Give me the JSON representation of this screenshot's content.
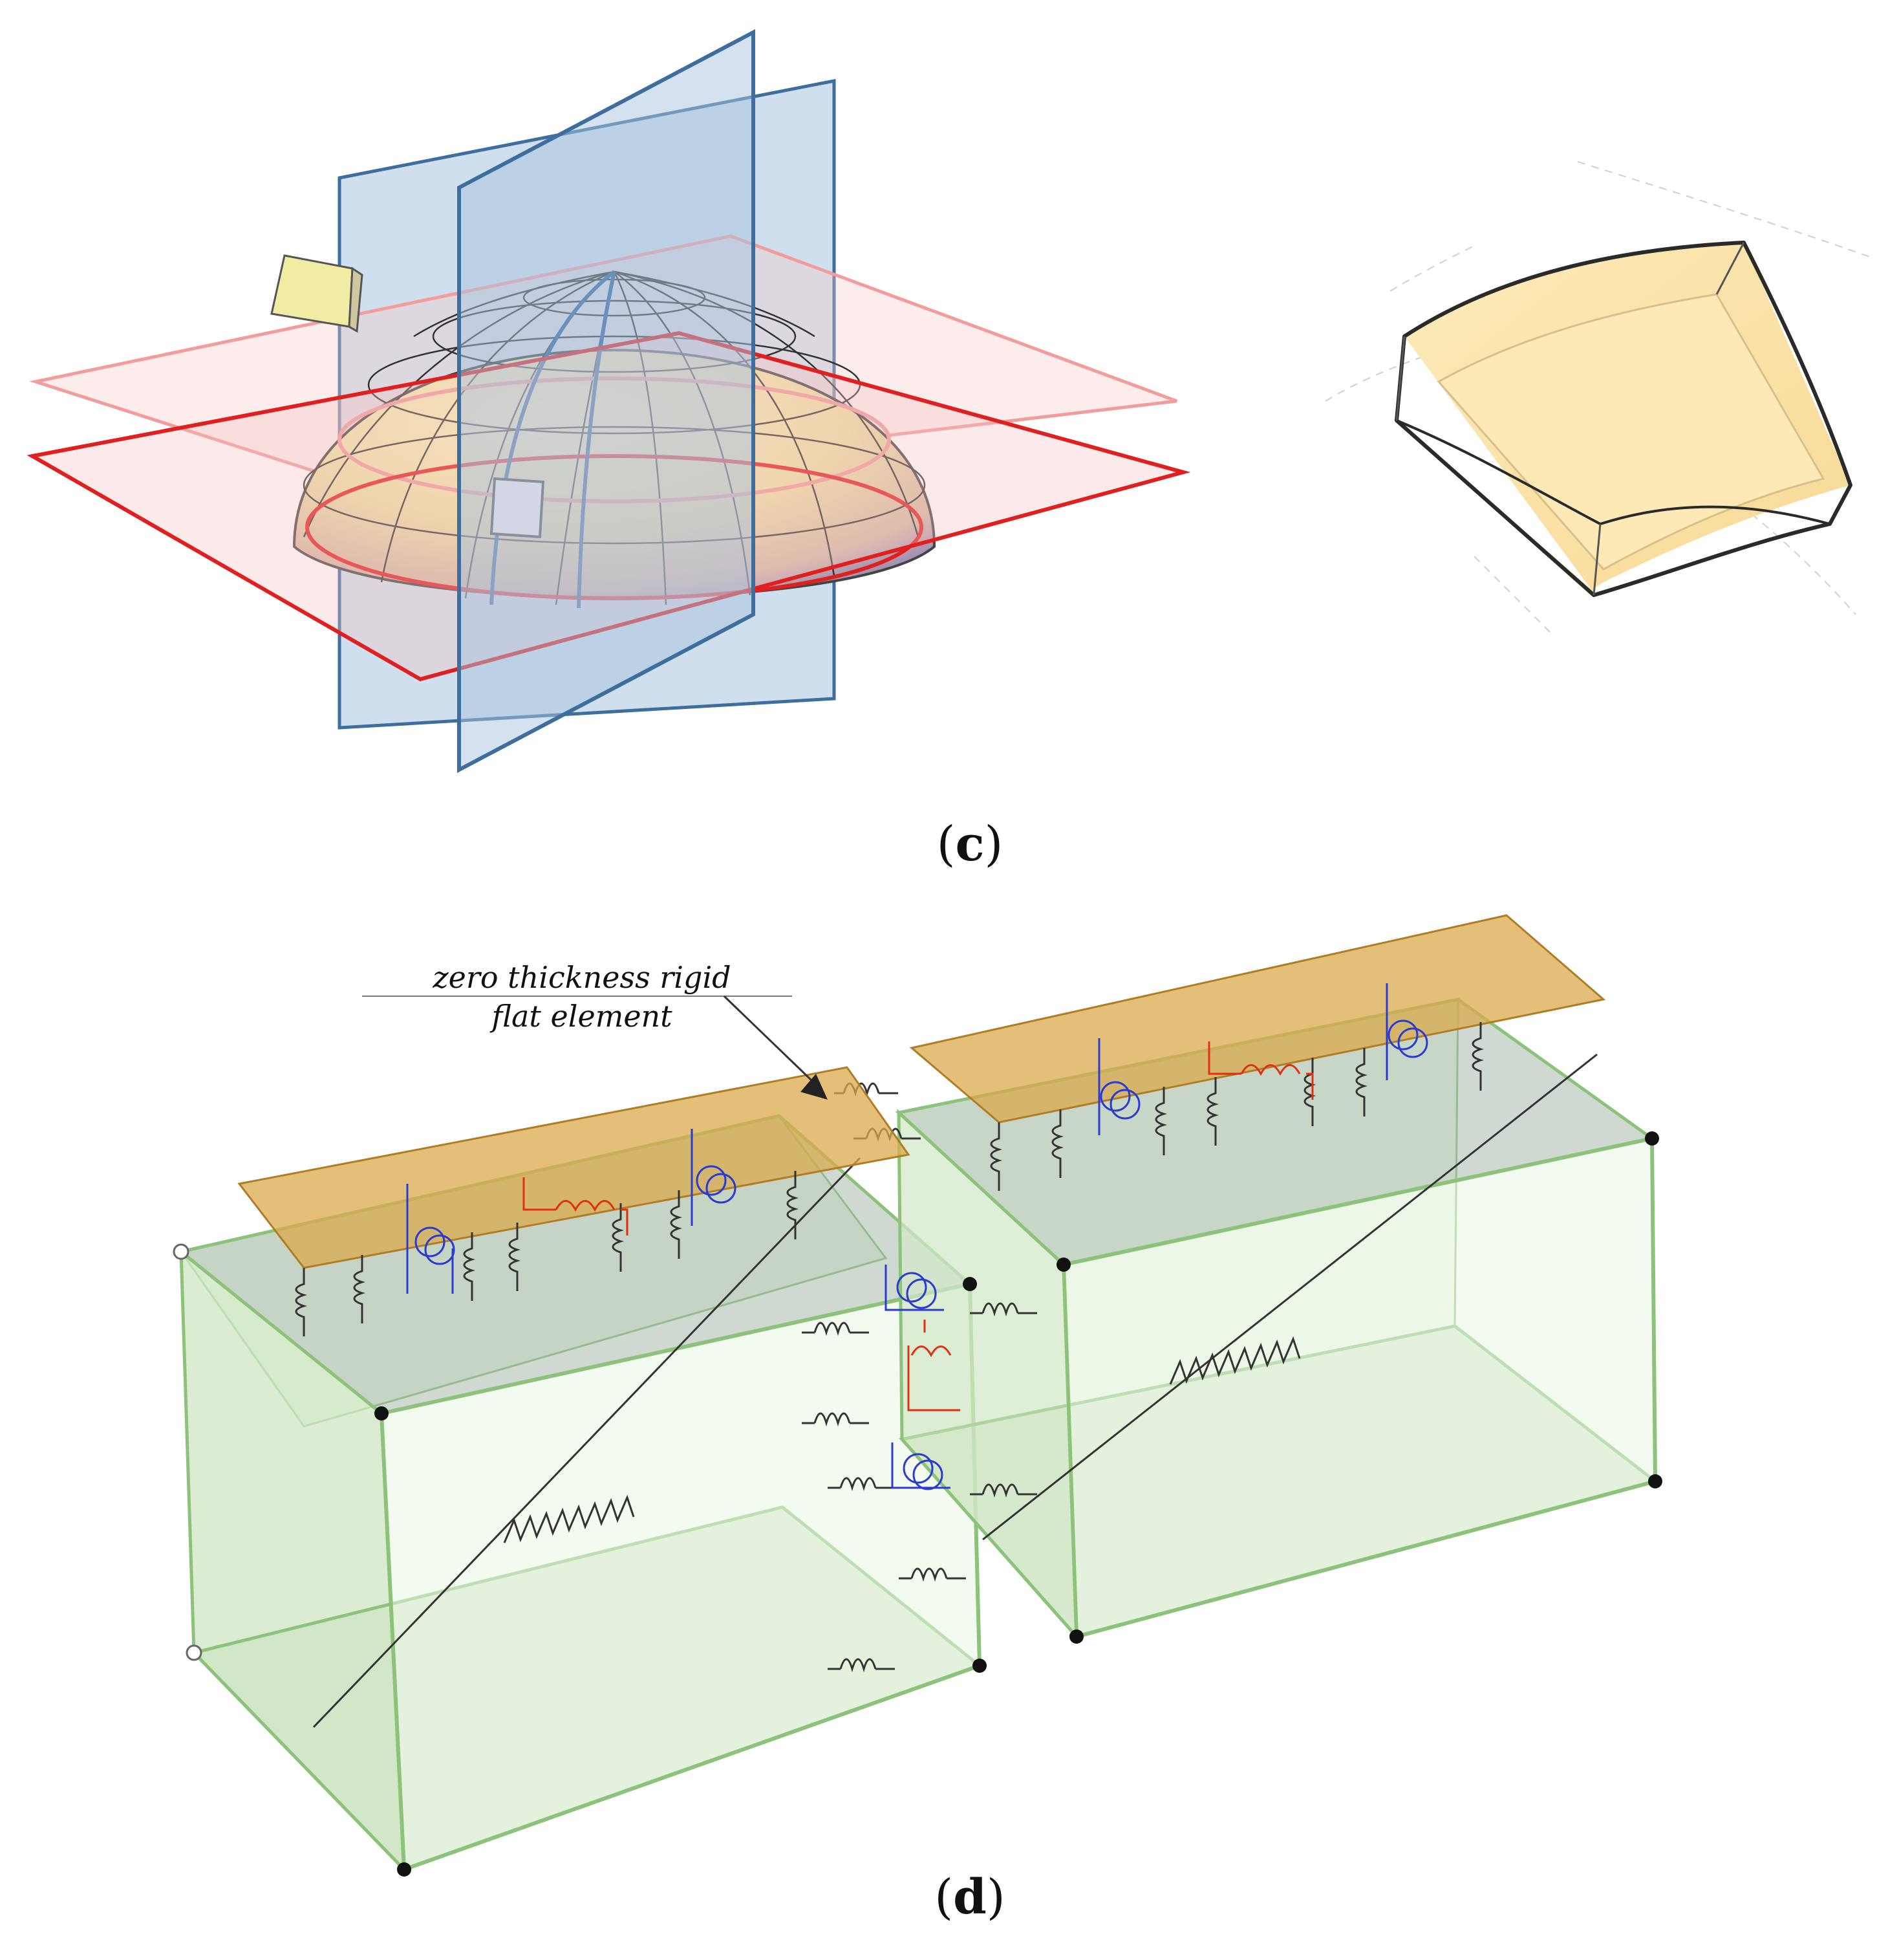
{
  "panels": {
    "c": {
      "label_open": "(",
      "label_letter": "c",
      "label_close": ")"
    },
    "d": {
      "label_open": "(",
      "label_letter": "d",
      "label_close": ")",
      "callout_line1": "zero thickness rigid",
      "callout_line2": "flat element"
    }
  },
  "colors": {
    "cut_plane_blue": "#3d6e9e",
    "cut_plane_fill": "#a9c4df",
    "horizontal_plane_red": "#e02020",
    "horizontal_plane_pink": "#f2a0a0",
    "dome_yellow": "#f3ecb0",
    "dome_shade": "#a69ab6",
    "voussoir_fill": "#fbe2a8",
    "box_green": "#8cc27a",
    "box_fill": "#dcefd3",
    "plate_fill": "#d9a94e",
    "spring_black": "#333333",
    "spring_blue": "#2a3bd0",
    "spring_red": "#e03010"
  }
}
